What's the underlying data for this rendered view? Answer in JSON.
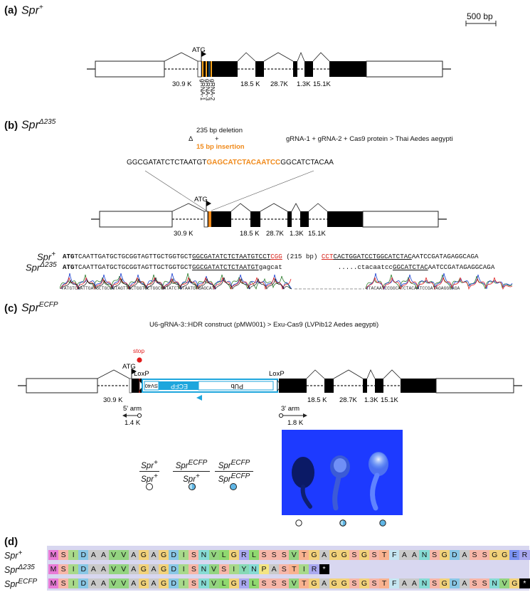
{
  "panelA": {
    "label": "(a)",
    "gene": "Spr",
    "genotype_sup": "+",
    "scale": "500 bp",
    "atg": "ATG",
    "grna_labels": [
      "gRNA-1",
      "gRNA-3",
      "gRNA-2"
    ],
    "intron_sizes": [
      "30.9 K",
      "18.5 K",
      "28.7K",
      "1.3K",
      "15.1K"
    ]
  },
  "panelB": {
    "label": "(b)",
    "gene": "Spr",
    "genotype_sup": "Δ235",
    "delta": "Δ",
    "deletion": "235 bp deletion",
    "plus": "+",
    "insertion": "15 bp insertion",
    "method": "gRNA-1 + gRNA-2 + Cas9 protein > Thai Aedes aegypti",
    "seq_pre": "GGCGATATCTCTAATGT",
    "seq_ins": "GAGCATCTACAATCC",
    "seq_post": "GGCATCTACAA",
    "atg": "ATG",
    "intron_sizes": [
      "30.9 K",
      "18.5 K",
      "28.7K",
      "1.3K",
      "15.1K"
    ],
    "wt_label": "Spr",
    "wt_sup": "+",
    "mut_label": "Spr",
    "mut_sup": "Δ235",
    "wt_seq_atg": "ATG",
    "wt_seq_1": "TCAATTGATGCTGCGGTAGTTGCTGGTGCT",
    "wt_seq_2": "GGCGATATCTCTAATGTCCT",
    "wt_seq_3": "CGG",
    "wt_seq_gap": " (215 bp) ",
    "wt_seq_4": "CCT",
    "wt_seq_5": "CACTGGATCCTGGCATCTAC",
    "wt_seq_6": "AATCCGATAGAGGCAGA",
    "mut_seq_atg": "ATG",
    "mut_seq_1": "TCAATTGATGCTGCGGTAGTTGCTGGTGCT",
    "mut_seq_2": "GGCGATATCTCTAATGT",
    "mut_seq_3": "gagcat",
    "mut_seq_dots": ".....",
    "mut_seq_4": "ctacaatcc",
    "mut_seq_5": "GGCATCTAC",
    "mut_seq_6": "AATCCGATAGAGGCAGA",
    "chrom_left": "TATGTCAATTGATGCTGCGGTAGTTGCTGGTGCTGGCGATATCTCTAATGTGAGCAT",
    "chrom_right": "CTACAATCCGGCATCTACAATCCGATAGAGGCAGA"
  },
  "panelC": {
    "label": "(c)",
    "gene": "Spr",
    "genotype_sup": "ECFP",
    "construct": "U6-gRNA-3::HDR construct (pMW001) > Exu-Cas9 (LVPib12 Aedes aegypti)",
    "stop": "stop",
    "atg": "ATG",
    "loxp1": "LoxP",
    "loxp2": "LoxP",
    "sv40": "SV40",
    "ecfp": "ECFP",
    "pub": "PUb",
    "intron_first": "30.9 K",
    "intron_sizes": [
      "18.5 K",
      "28.7K",
      "1.3K",
      "15.1K"
    ],
    "arm5": "5' arm",
    "arm5_size": "1.4 K",
    "arm3": "3' arm",
    "arm3_size": "1.8 K",
    "genotypes": [
      {
        "num": "Spr",
        "num_sup": "+",
        "den": "Spr",
        "den_sup": "+"
      },
      {
        "num": "Spr",
        "num_sup": "ECFP",
        "den": "Spr",
        "den_sup": "+"
      },
      {
        "num": "Spr",
        "num_sup": "ECFP",
        "den": "Spr",
        "den_sup": "ECFP"
      }
    ]
  },
  "panelD": {
    "label": "(d)",
    "rows": [
      {
        "name": "Spr",
        "sup": "+",
        "seq": [
          "M",
          "S",
          "I",
          "D",
          "A",
          "A",
          "V",
          "V",
          "A",
          "G",
          "A",
          "G",
          "D",
          "I",
          "S",
          "N",
          "V",
          "L",
          "G",
          "R",
          "L",
          "S",
          "S",
          "S",
          "V",
          "T",
          "G",
          "A",
          "G",
          "G",
          "S",
          "G",
          "S",
          "T",
          "F",
          "A",
          "A",
          "N",
          "S",
          "G",
          "D",
          "A",
          "S",
          "S",
          "G",
          "G",
          "E",
          "R"
        ],
        "tail": "···"
      },
      {
        "name": "Spr",
        "sup": "Δ235",
        "seq": [
          "M",
          "S",
          "I",
          "D",
          "A",
          "A",
          "V",
          "V",
          "A",
          "G",
          "A",
          "G",
          "D",
          "I",
          "S",
          "N",
          "V",
          "S",
          "I",
          "Y",
          "N",
          "P",
          "A",
          "S",
          "T",
          "I",
          "R",
          "*"
        ],
        "tail": ""
      },
      {
        "name": "Spr",
        "sup": "ECFP",
        "seq": [
          "M",
          "S",
          "I",
          "D",
          "A",
          "A",
          "V",
          "V",
          "A",
          "G",
          "A",
          "G",
          "D",
          "I",
          "S",
          "N",
          "V",
          "L",
          "G",
          "R",
          "L",
          "S",
          "S",
          "S",
          "V",
          "T",
          "G",
          "A",
          "G",
          "G",
          "S",
          "G",
          "S",
          "T",
          "F",
          "A",
          "A",
          "N",
          "S",
          "G",
          "D",
          "A",
          "S",
          "S",
          "N",
          "V",
          "G",
          "*"
        ],
        "tail": ""
      }
    ],
    "colors": {
      "M": "#e87ad6",
      "S": "#f7b6a8",
      "I": "#a8d98a",
      "D": "#89c7e6",
      "A": "#c9c9c9",
      "V": "#93d480",
      "G": "#f2d27a",
      "N": "#86dbd4",
      "L": "#8fd86f",
      "R": "#a9a8f0",
      "T": "#f9b28f",
      "F": "#c5e6f2",
      "E": "#7b93f2",
      "Y": "#86d9b6",
      "P": "#f4e582",
      "*": "#000000"
    }
  },
  "colors": {
    "grna_orange": "#f7a41c",
    "grna_blue": "#2c7fb8",
    "insertion_orange": "#f08a1b",
    "pam_red": "#d7261e",
    "ecfp_cyan": "#1ea6dd",
    "stop_red": "#e11b1b",
    "photo_blue": "#1d3aff"
  }
}
